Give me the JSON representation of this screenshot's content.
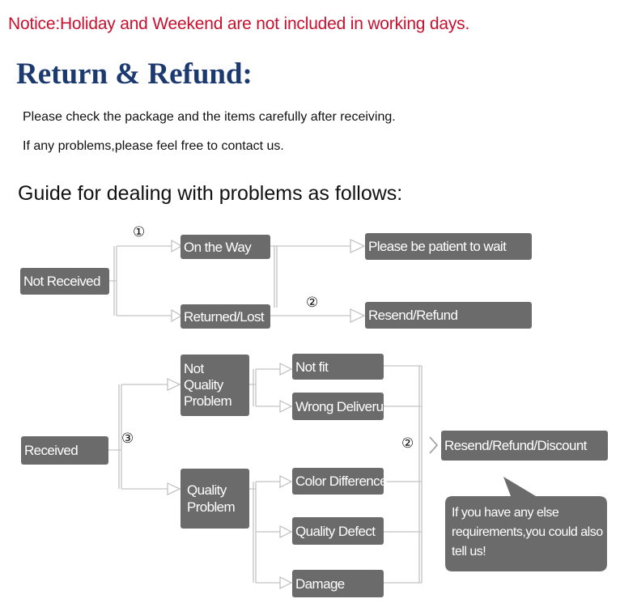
{
  "notice": "Notice:Holiday and Weekend are not included in working days.",
  "title": "Return & Refund:",
  "intro": {
    "line1": "Please check the package and the items carefully after receiving.",
    "line2": "If any problems,please feel free to contact us."
  },
  "guide_title": "Guide for dealing with problems as follows:",
  "flow": {
    "not_received": "Not Received",
    "on_the_way": "On the Way",
    "returned_lost": "Returned/Lost",
    "please_wait": "Please be patient to wait",
    "resend_refund": "Resend/Refund",
    "received": "Received",
    "not_quality_problem": "Not Quality Problem",
    "quality_problem": "Quality Problem",
    "not_fit": "Not fit",
    "wrong_delivery": "Wrong Deliveru",
    "color_difference": "Color Difference",
    "quality_defect": "Quality Defect",
    "damage": "Damage",
    "resend_refund_discount": "Resend/Refund/Discount",
    "note": "If you have any else requirements,you could also tell us!"
  },
  "markers": {
    "m1": "①",
    "m2": "②",
    "m3": "③",
    "m4": "②"
  }
}
